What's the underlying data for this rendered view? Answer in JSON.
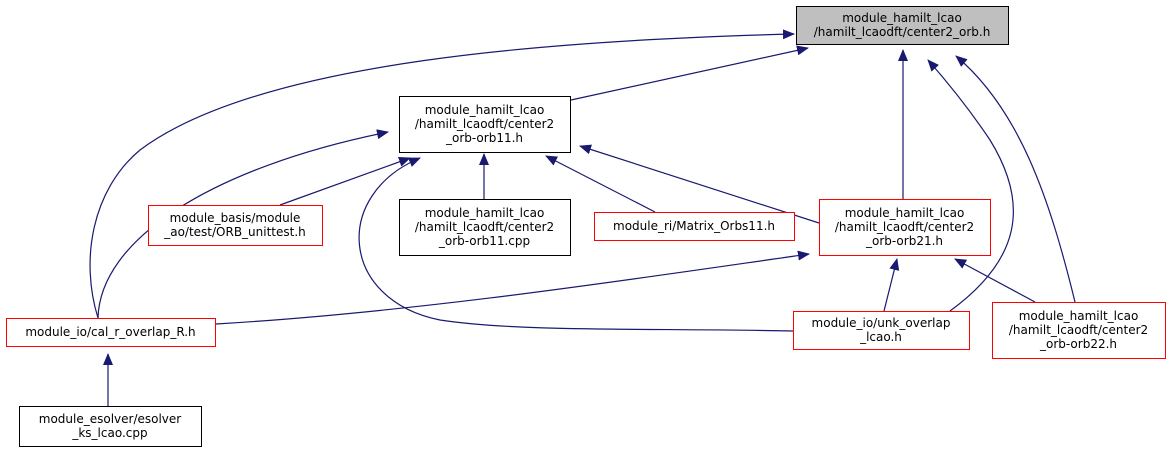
{
  "colors": {
    "edge": "#191970",
    "focus_fill": "#bfbfbf",
    "border_black": "#000000",
    "border_red": "#ff0000",
    "node_fill": "#ffffff"
  },
  "nodes": {
    "center2_orb_h": {
      "lines": [
        "module_hamilt_lcao",
        "/hamilt_lcaodft/center2_orb.h"
      ],
      "style": "focus"
    },
    "orb11_h": {
      "lines": [
        "module_hamilt_lcao",
        "/hamilt_lcaodft/center2",
        "_orb-orb11.h"
      ],
      "style": "black"
    },
    "orb_unittest_h": {
      "lines": [
        "module_basis/module",
        "_ao/test/ORB_unittest.h"
      ],
      "style": "red"
    },
    "orb11_cpp": {
      "lines": [
        "module_hamilt_lcao",
        "/hamilt_lcaodft/center2",
        "_orb-orb11.cpp"
      ],
      "style": "black"
    },
    "matrix_orbs11_h": {
      "lines": [
        "module_ri/Matrix_Orbs11.h"
      ],
      "style": "red"
    },
    "orb21_h": {
      "lines": [
        "module_hamilt_lcao",
        "/hamilt_lcaodft/center2",
        "_orb-orb21.h"
      ],
      "style": "red"
    },
    "cal_r_overlap_R_h": {
      "lines": [
        "module_io/cal_r_overlap_R.h"
      ],
      "style": "red"
    },
    "unk_overlap_lcao_h": {
      "lines": [
        "module_io/unk_overlap",
        "_lcao.h"
      ],
      "style": "red"
    },
    "orb22_h": {
      "lines": [
        "module_hamilt_lcao",
        "/hamilt_lcaodft/center2",
        "_orb-orb22.h"
      ],
      "style": "red"
    },
    "esolver_ks_lcao_cpp": {
      "lines": [
        "module_esolver/esolver",
        "_ks_lcao.cpp"
      ],
      "style": "black"
    }
  },
  "edges": [
    {
      "from": "orb11_h",
      "to": "center2_orb_h"
    },
    {
      "from": "cal_r_overlap_R_h",
      "to": "center2_orb_h"
    },
    {
      "from": "orb21_h",
      "to": "center2_orb_h"
    },
    {
      "from": "unk_overlap_lcao_h",
      "to": "center2_orb_h"
    },
    {
      "from": "orb22_h",
      "to": "center2_orb_h"
    },
    {
      "from": "orb_unittest_h",
      "to": "orb11_h"
    },
    {
      "from": "orb11_cpp",
      "to": "orb11_h"
    },
    {
      "from": "matrix_orbs11_h",
      "to": "orb11_h"
    },
    {
      "from": "orb21_h",
      "to": "orb11_h"
    },
    {
      "from": "cal_r_overlap_R_h",
      "to": "orb11_h"
    },
    {
      "from": "unk_overlap_lcao_h",
      "to": "orb11_h"
    },
    {
      "from": "cal_r_overlap_R_h",
      "to": "orb21_h"
    },
    {
      "from": "unk_overlap_lcao_h",
      "to": "orb21_h"
    },
    {
      "from": "orb22_h",
      "to": "orb21_h"
    },
    {
      "from": "esolver_ks_lcao_cpp",
      "to": "cal_r_overlap_R_h"
    }
  ]
}
